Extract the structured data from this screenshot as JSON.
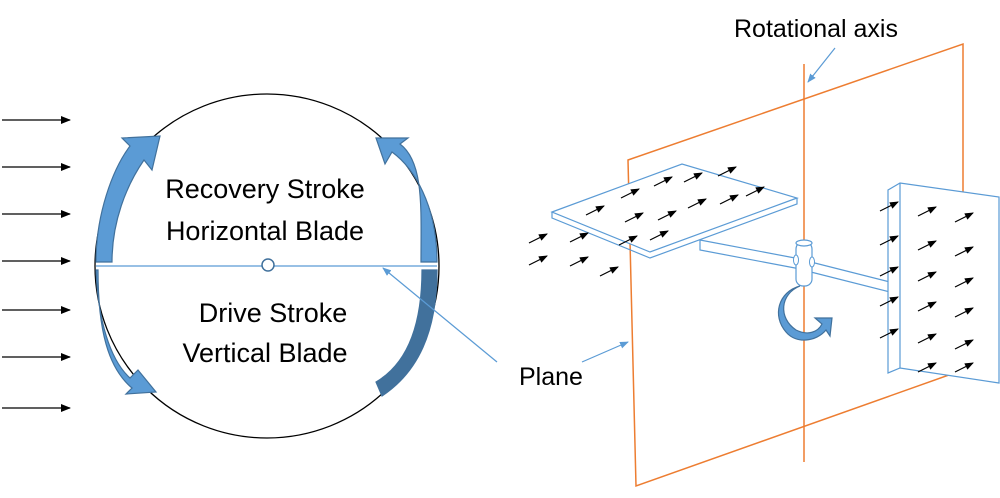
{
  "labels": {
    "recovery_line1": "Recovery Stroke",
    "recovery_line2": "Horizontal Blade",
    "drive_line1": "Drive Stroke",
    "drive_line2": "Vertical Blade",
    "plane": "Plane",
    "rotational_axis": "Rotational axis"
  },
  "colors": {
    "stroke_arrow_fill": "#5b9bd5",
    "stroke_arrow_dark": "#41719c",
    "leader_line": "#5b9bd5",
    "plane_outline": "#ed7d31",
    "outline": "#000000",
    "blade_outline": "#5b9bd5"
  },
  "icons": {
    "flow_arrow": "right-arrow-icon",
    "rotation": "curved-rotation-arrow-icon"
  }
}
